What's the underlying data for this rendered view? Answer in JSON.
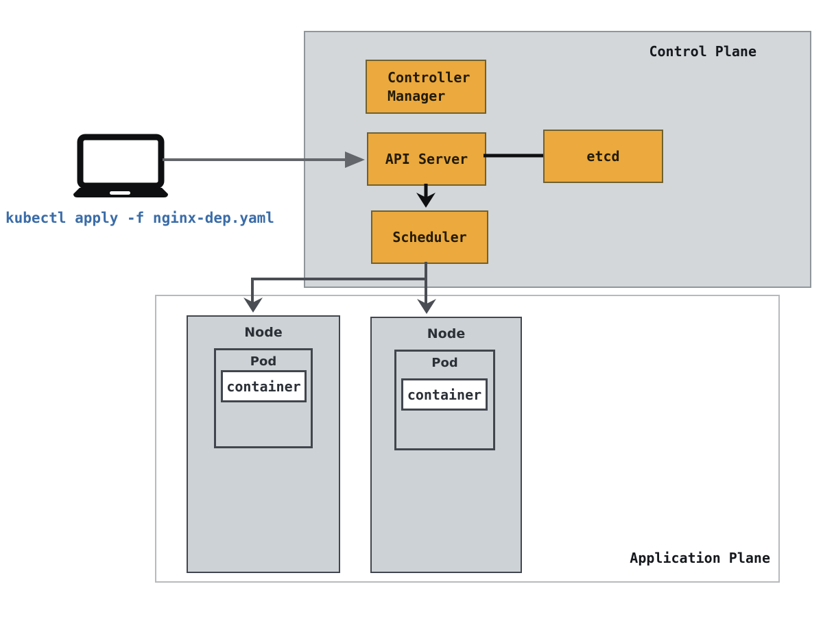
{
  "colors": {
    "component_fill": "#EBA93E",
    "component_border": "#6F6130",
    "control_plane_fill": "#D3D7DA",
    "node_fill": "#CDD2D6",
    "dark_border": "#41464E",
    "arrow_gray": "#63666A",
    "arrow_dark": "#4A4E54",
    "arrow_black": "#0E0F10",
    "command_text_blue": "#3A6CA8"
  },
  "client": {
    "icon": "laptop-icon",
    "command": "kubectl apply -f nginx-dep.yaml"
  },
  "control_plane": {
    "label": "Control Plane",
    "controller_manager_label": "Controller\nManager",
    "api_server_label": "API Server",
    "etcd_label": "etcd",
    "scheduler_label": "Scheduler"
  },
  "application_plane": {
    "label": "Application Plane",
    "nodes": [
      {
        "label": "Node",
        "pod": {
          "label": "Pod",
          "container_label": "container"
        }
      },
      {
        "label": "Node",
        "pod": {
          "label": "Pod",
          "container_label": "container"
        }
      }
    ]
  },
  "connections": [
    {
      "from": "kubectl-client",
      "to": "api-server",
      "style": "gray-arrow"
    },
    {
      "from": "api-server",
      "to": "etcd",
      "style": "black-line"
    },
    {
      "from": "api-server",
      "to": "scheduler",
      "style": "black-arrow"
    },
    {
      "from": "scheduler",
      "to": "node-1",
      "style": "dark-arrow"
    },
    {
      "from": "scheduler",
      "to": "node-2",
      "style": "dark-arrow"
    }
  ]
}
